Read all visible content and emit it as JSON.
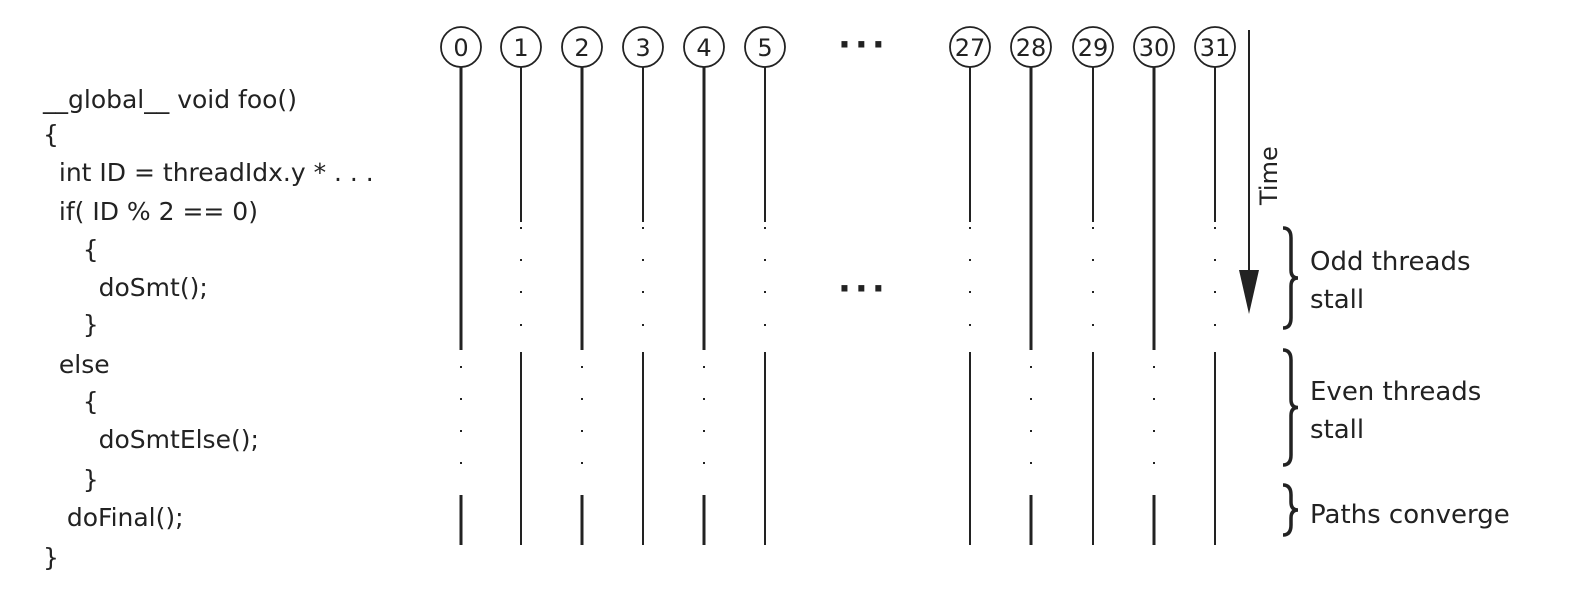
{
  "code_lines": [
    "__global__ void foo()",
    "{",
    "  int ID = threadIdx.y * . . .",
    "  if( ID % 2 == 0)",
    "     {",
    "       doSmt();",
    "     }",
    "  else",
    "     {",
    "       doSmtElse();",
    "     }",
    "   doFinal();",
    "}"
  ],
  "threads": [
    "0",
    "1",
    "2",
    "3",
    "4",
    "5",
    "27",
    "28",
    "29",
    "30",
    "31"
  ],
  "ellipsis": "···",
  "time_label": "Time",
  "annotations": {
    "odd": [
      "Odd threads",
      "stall"
    ],
    "even": [
      "Even threads",
      "stall"
    ],
    "converge": "Paths converge"
  }
}
